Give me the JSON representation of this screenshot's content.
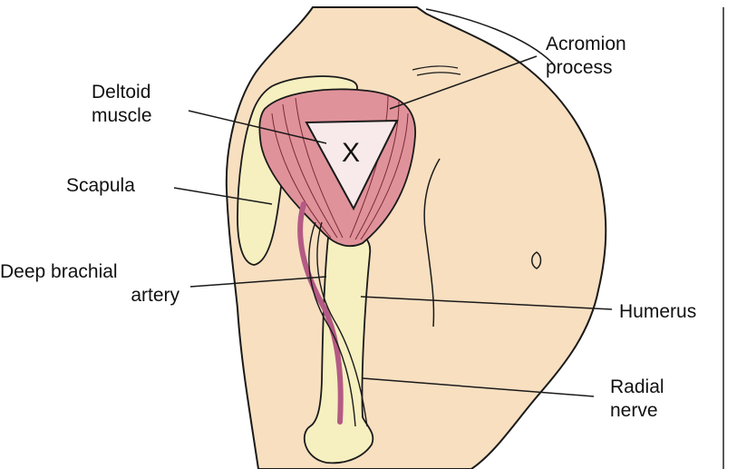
{
  "labels": {
    "acromion_line1": "Acromion",
    "acromion_line2": "process",
    "deltoid_line1": "Deltoid",
    "deltoid_line2": "muscle",
    "scapula": "Scapula",
    "deep_brachial_line1": "Deep brachial",
    "deep_brachial_line2": "artery",
    "humerus": "Humerus",
    "radial_line1": "Radial",
    "radial_line2": "nerve",
    "injection_mark": "X"
  },
  "colors": {
    "skin": "#f7dfc0",
    "bone": "#f6efc0",
    "muscle": "#e0929a",
    "artery": "#b45a84",
    "outline": "#1a1a1a"
  }
}
